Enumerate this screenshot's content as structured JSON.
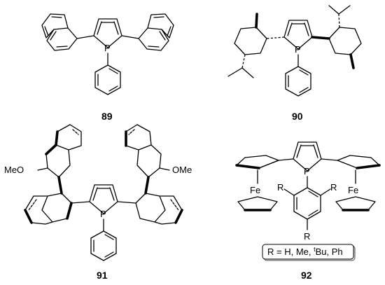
{
  "compounds": [
    {
      "id": "89"
    },
    {
      "id": "90"
    },
    {
      "id": "91"
    },
    {
      "id": "92"
    }
  ],
  "atoms": {
    "phosphorus": "P",
    "iron": "Fe",
    "substituent_r": "R",
    "methoxy_left": "MeO",
    "methoxy_right": "OMe"
  },
  "legend": {
    "prefix": "R = H, Me, ",
    "superscript": "t",
    "suffix": "Bu, Ph"
  }
}
